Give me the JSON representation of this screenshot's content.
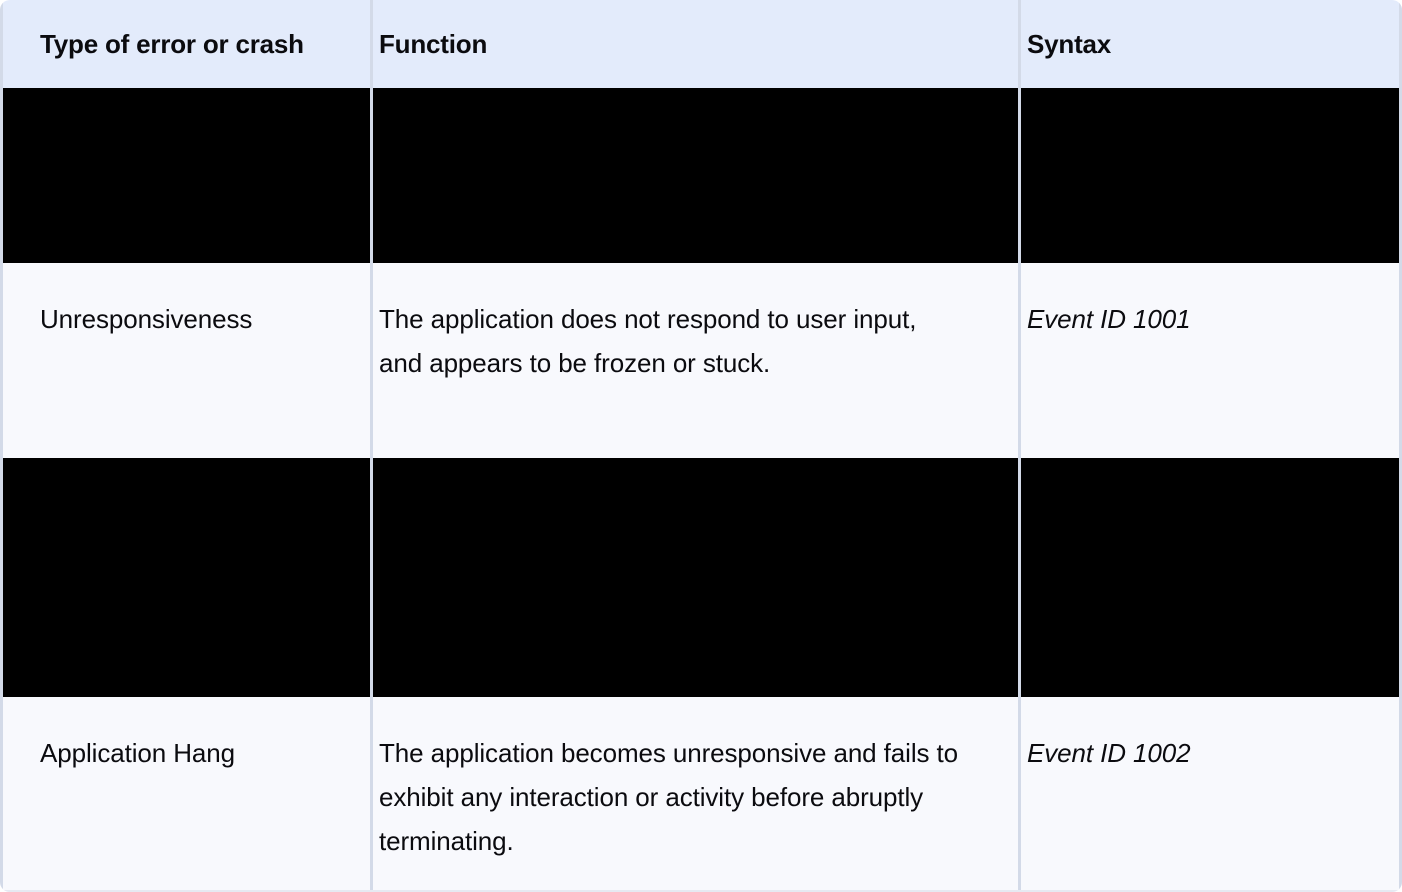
{
  "table": {
    "columns": [
      {
        "key": "type",
        "label": "Type of error or crash"
      },
      {
        "key": "func",
        "label": "Function"
      },
      {
        "key": "syntax",
        "label": "Syntax"
      }
    ],
    "rows": [
      {
        "state": "redacted",
        "type": "",
        "func": "",
        "syntax": ""
      },
      {
        "state": "visible",
        "type": "Unresponsiveness",
        "func": "The application does not respond to user input, and appears to be frozen or stuck.",
        "syntax": "Event ID 1001"
      },
      {
        "state": "redacted",
        "type": "",
        "func": "",
        "syntax": ""
      },
      {
        "state": "visible",
        "type": "Application Hang",
        "func": "The application becomes unresponsive and fails to exhibit any interaction or activity before abruptly terminating.",
        "syntax": "Event ID 1002"
      }
    ]
  },
  "colors": {
    "header_background": "#E3EBFB",
    "row_background": "#F8F9FD",
    "redacted_fill": "#000000",
    "border": "#D3DAE8",
    "text": "#0B0B0F"
  }
}
